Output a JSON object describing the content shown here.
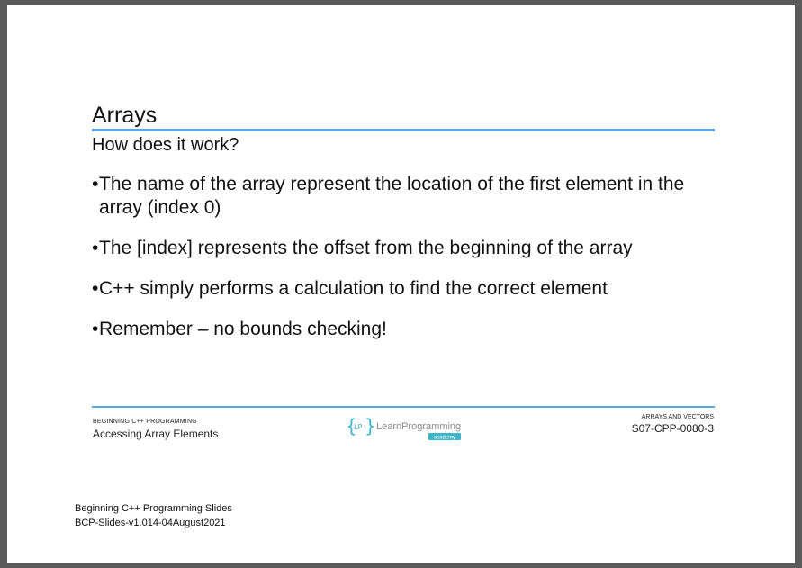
{
  "slide": {
    "title": "Arrays",
    "subtitle": "How does it work?",
    "bullet_marker": "•",
    "bullets": [
      "The name of the array represent the location of the first element in the array (index 0)",
      "The [index] represents the offset from the beginning of the array",
      "C++ simply performs a calculation to find the correct element",
      "Remember – no bounds checking!"
    ]
  },
  "footer": {
    "course": "BEGINNING C++ PROGRAMMING",
    "lecture": "Accessing Array Elements",
    "section": "ARRAYS AND VECTORS",
    "code": "S07-CPP-0080-3",
    "logo_text": "LearnProgramming",
    "logo_subtext": "academy"
  },
  "document": {
    "title": "Beginning C++ Programming Slides",
    "version": "BCP-Slides-v1.014-04August2021"
  },
  "colors": {
    "accent": "#5aa9e6",
    "logo_teal": "#3cb6c8",
    "logo_gray": "#8a8a8a",
    "page_background": "#ffffff",
    "viewer_background": "#5a5a5a"
  }
}
